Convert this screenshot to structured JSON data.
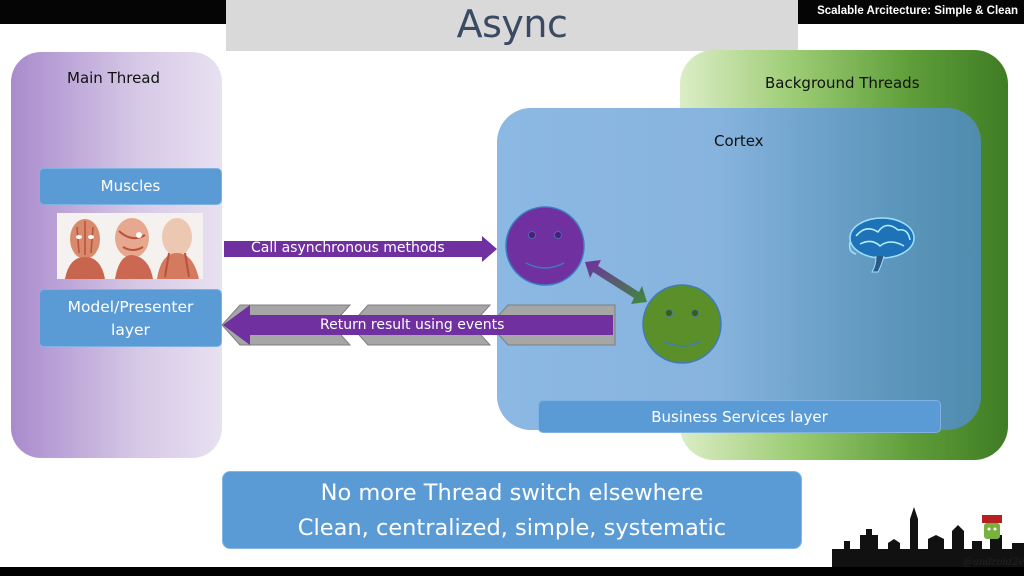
{
  "slide": {
    "title": "Async",
    "header_tag": "Scalable Arcitecture: Simple & Clean",
    "handle": "@android2ee"
  },
  "main_thread": {
    "label": "Main Thread",
    "muscles_label": "Muscles",
    "presenter_label_line1": "Model/Presenter",
    "presenter_label_line2": "layer"
  },
  "background": {
    "label": "Background Threads",
    "cortex_label": "Cortex",
    "business_label": "Business Services layer"
  },
  "arrows": {
    "call_label": "Call asynchronous methods",
    "return_label": "Return result using events"
  },
  "note": {
    "line1": "No more Thread switch elsewhere",
    "line2": "Clean, centralized, simple, systematic"
  },
  "colors": {
    "purple": "#7030a0",
    "green_smiley": "#5b8f2a",
    "purple_smiley": "#7030a0",
    "blue_box": "#5a9bd5"
  }
}
